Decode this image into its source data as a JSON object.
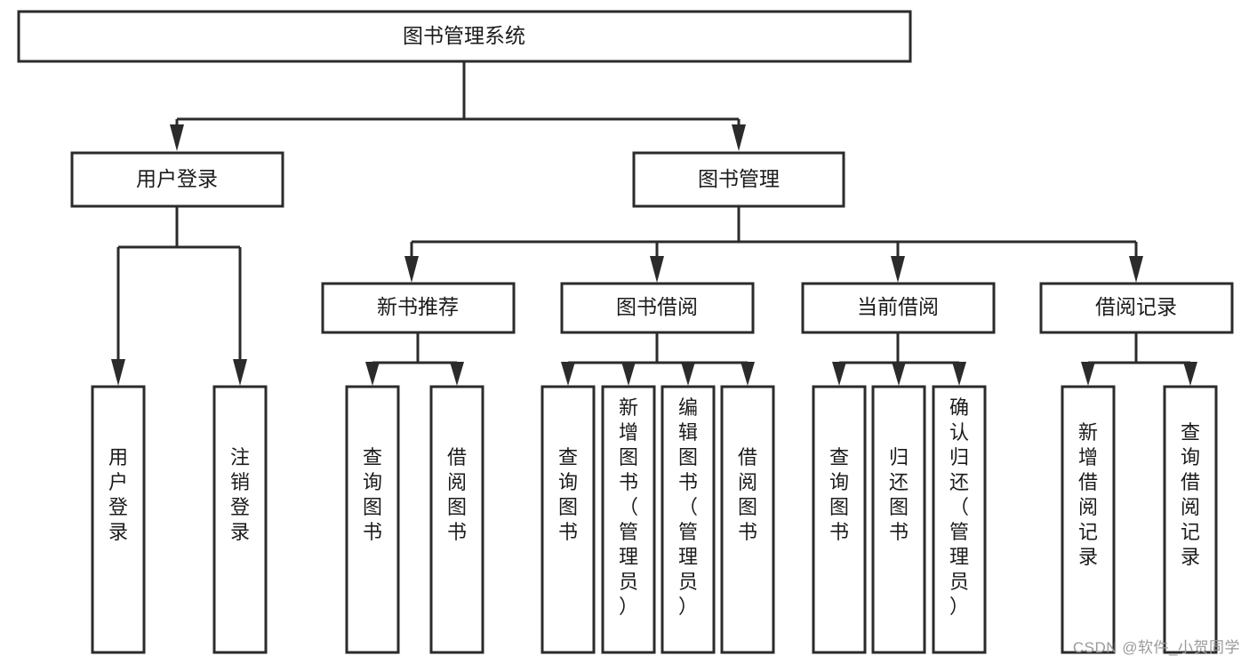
{
  "diagram": {
    "type": "hierarchy-tree",
    "title": "图书管理系统",
    "watermark": "CSDN @软件_小贺同学",
    "colors": {
      "stroke": "#2b2b2b",
      "fill": "#ffffff",
      "text": "#1b1b1b",
      "watermark": "#9a9a9a",
      "background": "#ffffff"
    },
    "root": {
      "label": "图书管理系统"
    },
    "level2": [
      {
        "label": "用户登录"
      },
      {
        "label": "图书管理"
      }
    ],
    "level3": [
      {
        "label": "新书推荐"
      },
      {
        "label": "图书借阅"
      },
      {
        "label": "当前借阅"
      },
      {
        "label": "借阅记录"
      }
    ],
    "leaves": {
      "user_login": [
        {
          "label": "用户登录"
        },
        {
          "label": "注销登录"
        }
      ],
      "new_book_recommend": [
        {
          "label": "查询图书"
        },
        {
          "label": "借阅图书"
        }
      ],
      "book_borrow": [
        {
          "label": "查询图书"
        },
        {
          "label": "新增图书（管理员）"
        },
        {
          "label": "编辑图书（管理员）"
        },
        {
          "label": "借阅图书"
        }
      ],
      "current_borrow": [
        {
          "label": "查询图书"
        },
        {
          "label": "归还图书"
        },
        {
          "label": "确认归还（管理员）"
        }
      ],
      "borrow_records": [
        {
          "label": "新增借阅记录"
        },
        {
          "label": "查询借阅记录"
        }
      ]
    }
  }
}
